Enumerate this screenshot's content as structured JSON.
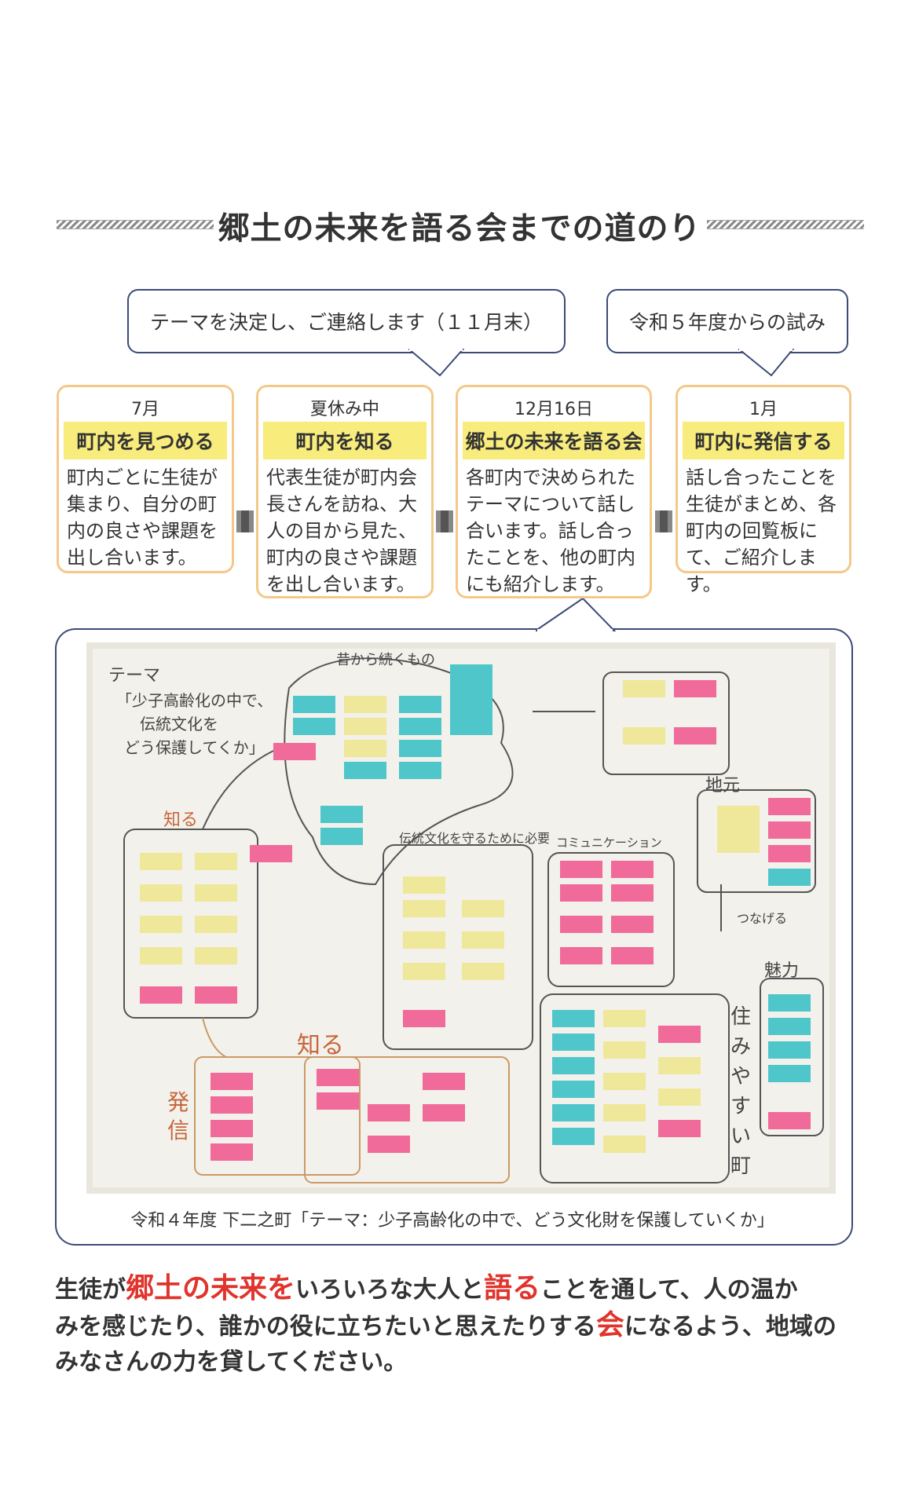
{
  "title": "郷土の未来を語る会までの道のり",
  "bubbles": {
    "left": "テーマを決定し、ご連絡します（１１月末）",
    "right": "令和５年度からの試み"
  },
  "steps": [
    {
      "date": "7月",
      "heading": "町内を見つめる",
      "lines": [
        "町内ごとに生徒が",
        "集まり、自分の町",
        "内の良さや課題を",
        "出し合います。"
      ]
    },
    {
      "date": "夏休み中",
      "heading": "町内を知る",
      "lines": [
        "代表生徒が町内会",
        "長さんを訪ね、大",
        "人の目から見た、",
        "町内の良さや課題",
        "を出し合います。"
      ]
    },
    {
      "date": "12月16日",
      "heading": "郷土の未来を語る会",
      "lines": [
        "各町内で決められた",
        "テーマについて話し",
        "合います。話し合っ",
        "たことを、他の町内",
        "にも紹介します。"
      ]
    },
    {
      "date": "1月",
      "heading": "町内に発信する",
      "lines": [
        "話し合ったことを",
        "生徒がまとめ、各",
        "町内の回覧板に",
        "て、ご紹介します。"
      ]
    }
  ],
  "photo_notes": {
    "theme_label": "テーマ",
    "theme_line1": "「少子高齢化の中で、",
    "theme_line2": "伝統文化を",
    "theme_line3": "どう保護してくか」",
    "from_past": "昔から続くもの",
    "know1": "知る",
    "know2": "知る",
    "tradition": "伝統文化を守るために必要",
    "communication": "コミュニケーション",
    "region": "地元",
    "charm": "魅力",
    "livable": "住みやすい町",
    "send": "発信",
    "connect": "つなげる"
  },
  "caption": "令和４年度 下二之町「テーマ：少子高齢化の中で、どう文化財を保護していくか」",
  "message": {
    "p1": "生徒が",
    "r1": "郷土の未来を",
    "p2": "いろいろな大人と",
    "r2": "語る",
    "p3": "ことを通して、人の温か",
    "line2a": "みを感じたり、誰かの役に立ちたいと思えたりする",
    "r3": "会",
    "line2b": "になるよう、地域の",
    "line3": "みなさんの力を貸してください。"
  }
}
